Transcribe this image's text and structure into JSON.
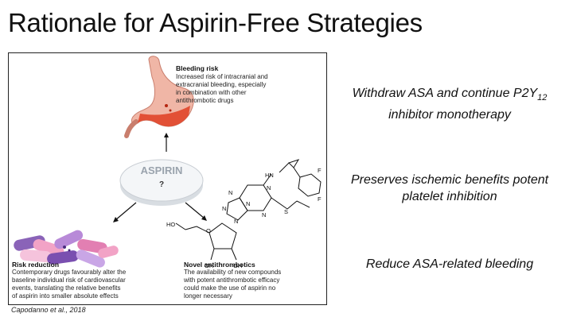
{
  "slide": {
    "title": "Rationale for Aspirin-Free Strategies",
    "citation": "Capodanno et al., 2018"
  },
  "figure": {
    "pill": {
      "label": "ASPIRIN",
      "mark": "?"
    },
    "bleeding": {
      "heading": "Bleeding risk",
      "lines": [
        "Increased risk of intracranial and",
        "extracranial bleeding, especially",
        "in combination with other",
        "antithrombotic drugs"
      ]
    },
    "risk": {
      "heading": "Risk reduction",
      "lines": [
        "Contemporary drugs favourably alter the",
        "baseline individual risk of cardiovascular",
        "events, translating the relative benefits",
        "of aspirin into smaller absolute effects"
      ]
    },
    "novel": {
      "heading": "Novel antithrombotics",
      "lines": [
        "The availability of new compounds",
        "with potent antithrombotic efficacy",
        "could make the use of aspirin no",
        "longer necessary"
      ]
    },
    "molecule_labels": {
      "hn": "HN",
      "f1": "F",
      "f2": "F",
      "ho": "HO",
      "o": "O",
      "n1": "N",
      "n2": "N",
      "n3": "N",
      "n4": "N",
      "n5": "N",
      "n6": "N",
      "s": "S",
      "oh1": "OH",
      "oh2": "OH"
    }
  },
  "points": {
    "p1_line1": "Withdraw ASA and continue P2Y",
    "p1_sub": "12",
    "p1_line2": "inhibitor monotherapy",
    "p2_line1": "Preserves ischemic benefits potent",
    "p2_line2": "platelet inhibition",
    "p3": "Reduce ASA-related bleeding"
  },
  "colors": {
    "stomach": "#f2b8a8",
    "blood": "#e0452a",
    "pill_purple": "#8a63b8",
    "pill_pink": "#f2a3c6"
  }
}
